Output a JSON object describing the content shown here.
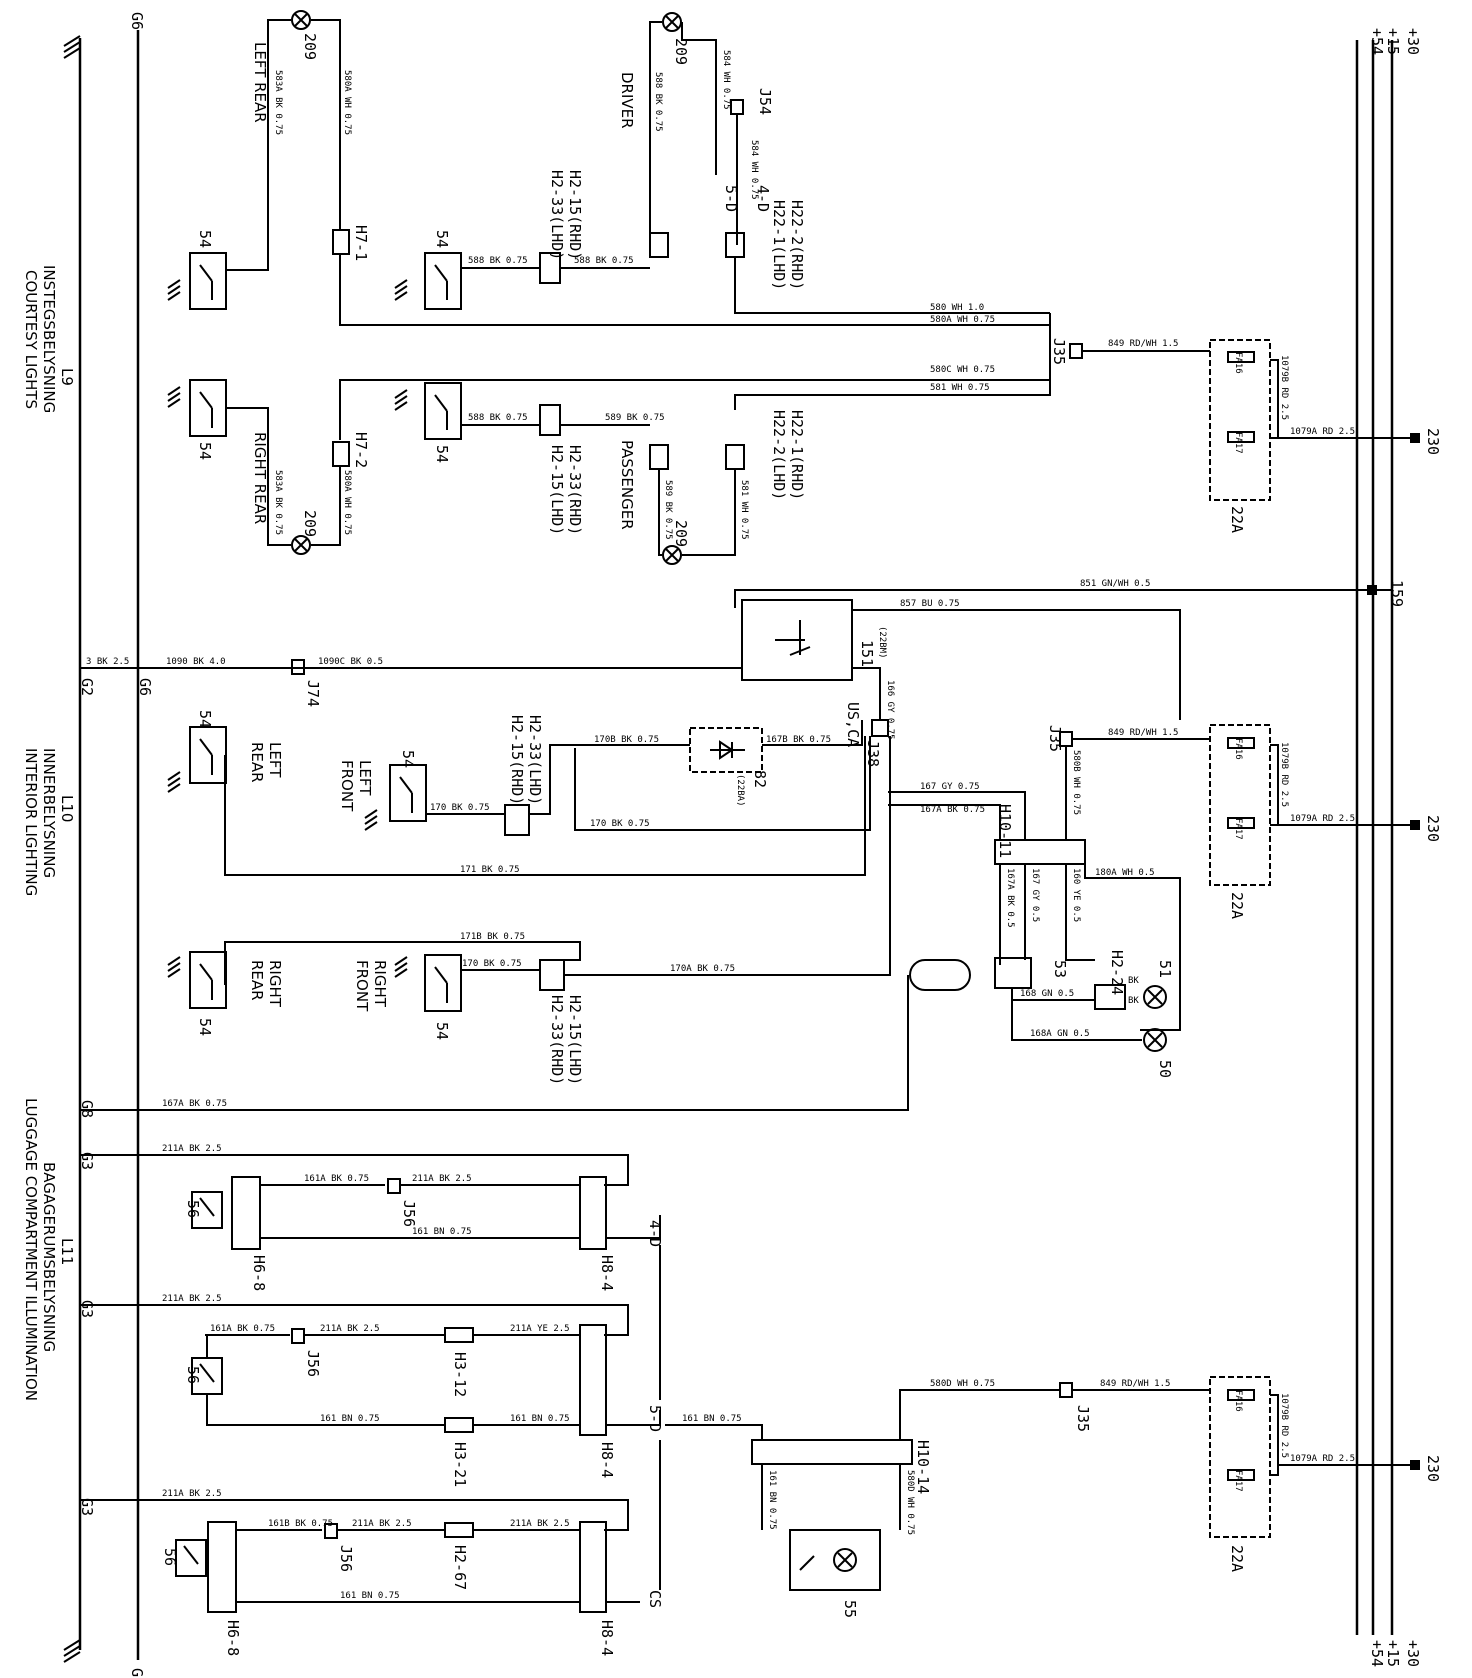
{
  "rails": [
    "+30",
    "+15",
    "+54"
  ],
  "grounds": {
    "g6": "G6",
    "g2": "G2",
    "g8": "G8",
    "g3": "G3",
    "cs": "CS"
  },
  "sections": [
    {
      "code": "L9",
      "sv": "INSTEGSBELYSNING",
      "en": "COURTESY LIGHTS"
    },
    {
      "code": "L10",
      "sv": "INNERBELYSNING",
      "en": "INTERIOR LIGHTING"
    },
    {
      "code": "L11",
      "sv": "BAGAGERUMSBELYSNING",
      "en": "LUGGAGE COMPARTMENT ILLUMINATION"
    }
  ],
  "labels": {
    "left_rear": "LEFT REAR",
    "right_rear": "RIGHT REAR",
    "driver": "DRIVER",
    "passenger": "PASSENGER",
    "left_front": "LEFT FRONT",
    "right_front": "RIGHT FRONT",
    "lbl_left": "LEFT",
    "lbl_right": "RIGHT",
    "lbl_rear": "REAR",
    "lbl_front": "FRONT",
    "usca": "US,CA",
    "h7_1": "H7-1",
    "h7_2": "H7-2",
    "h2_15rhd": "H2-15(RHD)",
    "h2_33lhd": "H2-33(LHD)",
    "h2_33rhd": "H2-33(RHD)",
    "h2_15lhd": "H2-15(LHD)",
    "h22_2rhd": "H22-2(RHD)",
    "h22_1lhd": "H22-1(LHD)",
    "h22_1rhd": "H22-1(RHD)",
    "h22_2lhd": "H22-2(LHD)",
    "j54": "J54",
    "c4d": "4-D",
    "c5d": "5-D",
    "j35": "J35",
    "j38": "J38",
    "j74": "J74",
    "j56": "J56",
    "h10_11": "H10-11",
    "h10_14": "H10-14",
    "h2_24": "H2-24",
    "h3_12": "H3-12",
    "h3_21": "H3-21",
    "h2_67": "H2-67",
    "h6_8": "H6-8",
    "h8_4": "H8-4",
    "n22a": "22A",
    "n230": "230",
    "n159": "159",
    "n151": "151",
    "n22bm": "(22BM)",
    "n82": "82",
    "n22ba": "(22BA)",
    "n209": "209",
    "n54": "54",
    "n56": "56",
    "n55": "55",
    "n53": "53",
    "n51": "51",
    "n50": "50",
    "fa16": "FA16",
    "fa17": "FA17",
    "bk": "BK"
  },
  "wires": {
    "w580": "580 WH 1.0",
    "w580a": "580A WH 0.75",
    "w580c": "580C WH 0.75",
    "w581": "581 WH 0.75",
    "w849": "849 RD/WH 1.5",
    "w1079b": "1079B RD 2.5",
    "w1079a": "1079A RD 2.5",
    "w588": "588 BK 0.75",
    "w589": "589 BK 0.75",
    "w584": "584 WH 0.75",
    "w583a": "583A BK 0.75",
    "w851": "851 GN/WH 0.5",
    "w857": "857 BU 0.75",
    "w3": "3 BK 2.5",
    "w1090": "1090 BK 4.0",
    "w1090c": "1090C BK 0.5",
    "w170b": "170B BK 0.75",
    "w167b": "167B BK 0.75",
    "w170": "170 BK 0.75",
    "w171": "171 BK 0.75",
    "w171b": "171B BK 0.75",
    "w170a": "170A BK 0.75",
    "w166": "166 GY 0.75",
    "w167": "167 GY 0.75",
    "w167a": "167A BK 0.75",
    "w580b": "580B WH 0.75",
    "w180a": "180A WH 0.5",
    "w167a5": "167A BK 0.5",
    "w167gy": "167 GY 0.5",
    "w160": "160 YE 0.5",
    "w168": "168 GN 0.5",
    "w168a": "168A GN 0.5",
    "w211a": "211A BK 2.5",
    "w161a": "161A BK 0.75",
    "w161": "161 BN 0.75",
    "w211ye": "211A YE 2.5",
    "w161b": "161B BK 0.75",
    "w580d": "580D WH 0.75"
  }
}
